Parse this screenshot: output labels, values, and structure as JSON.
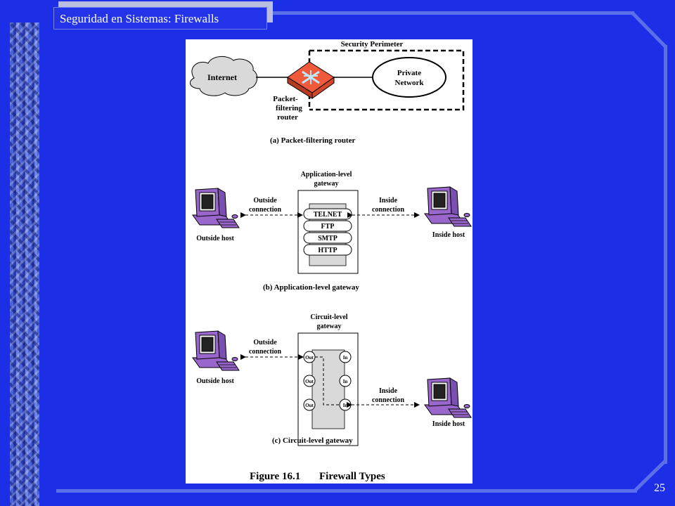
{
  "slide": {
    "title": "Seguridad en Sistemas: Firewalls",
    "page_number": "25",
    "colors": {
      "background": "#1c2ee6",
      "frame": "#5b70e8",
      "router": "#ef5a3a",
      "host": "#9966cc"
    }
  },
  "figure": {
    "caption_num": "Figure 16.1",
    "caption_title": "Firewall Types",
    "a": {
      "internet": "Internet",
      "security_perimeter": "Security Perimeter",
      "private_line1": "Private",
      "private_line2": "Network",
      "router_line1": "Packet-",
      "router_line2": "filtering",
      "router_line3": "router",
      "subcaption": "(a) Packet-filtering router"
    },
    "b": {
      "gateway_line1": "Application-level",
      "gateway_line2": "gateway",
      "outside_conn_line1": "Outside",
      "outside_conn_line2": "connection",
      "inside_conn_line1": "Inside",
      "inside_conn_line2": "connection",
      "outside_host": "Outside host",
      "inside_host": "Inside host",
      "protocols": [
        "TELNET",
        "FTP",
        "SMTP",
        "HTTP"
      ],
      "subcaption": "(b) Application-level gateway"
    },
    "c": {
      "gateway_line1": "Circuit-level",
      "gateway_line2": "gateway",
      "outside_conn_line1": "Outside",
      "outside_conn_line2": "connection",
      "inside_conn_line1": "Inside",
      "inside_conn_line2": "connection",
      "outside_host": "Outside host",
      "inside_host": "Inside host",
      "out_label": "Out",
      "in_label": "In",
      "subcaption": "(c) Circuit-level gateway"
    }
  }
}
